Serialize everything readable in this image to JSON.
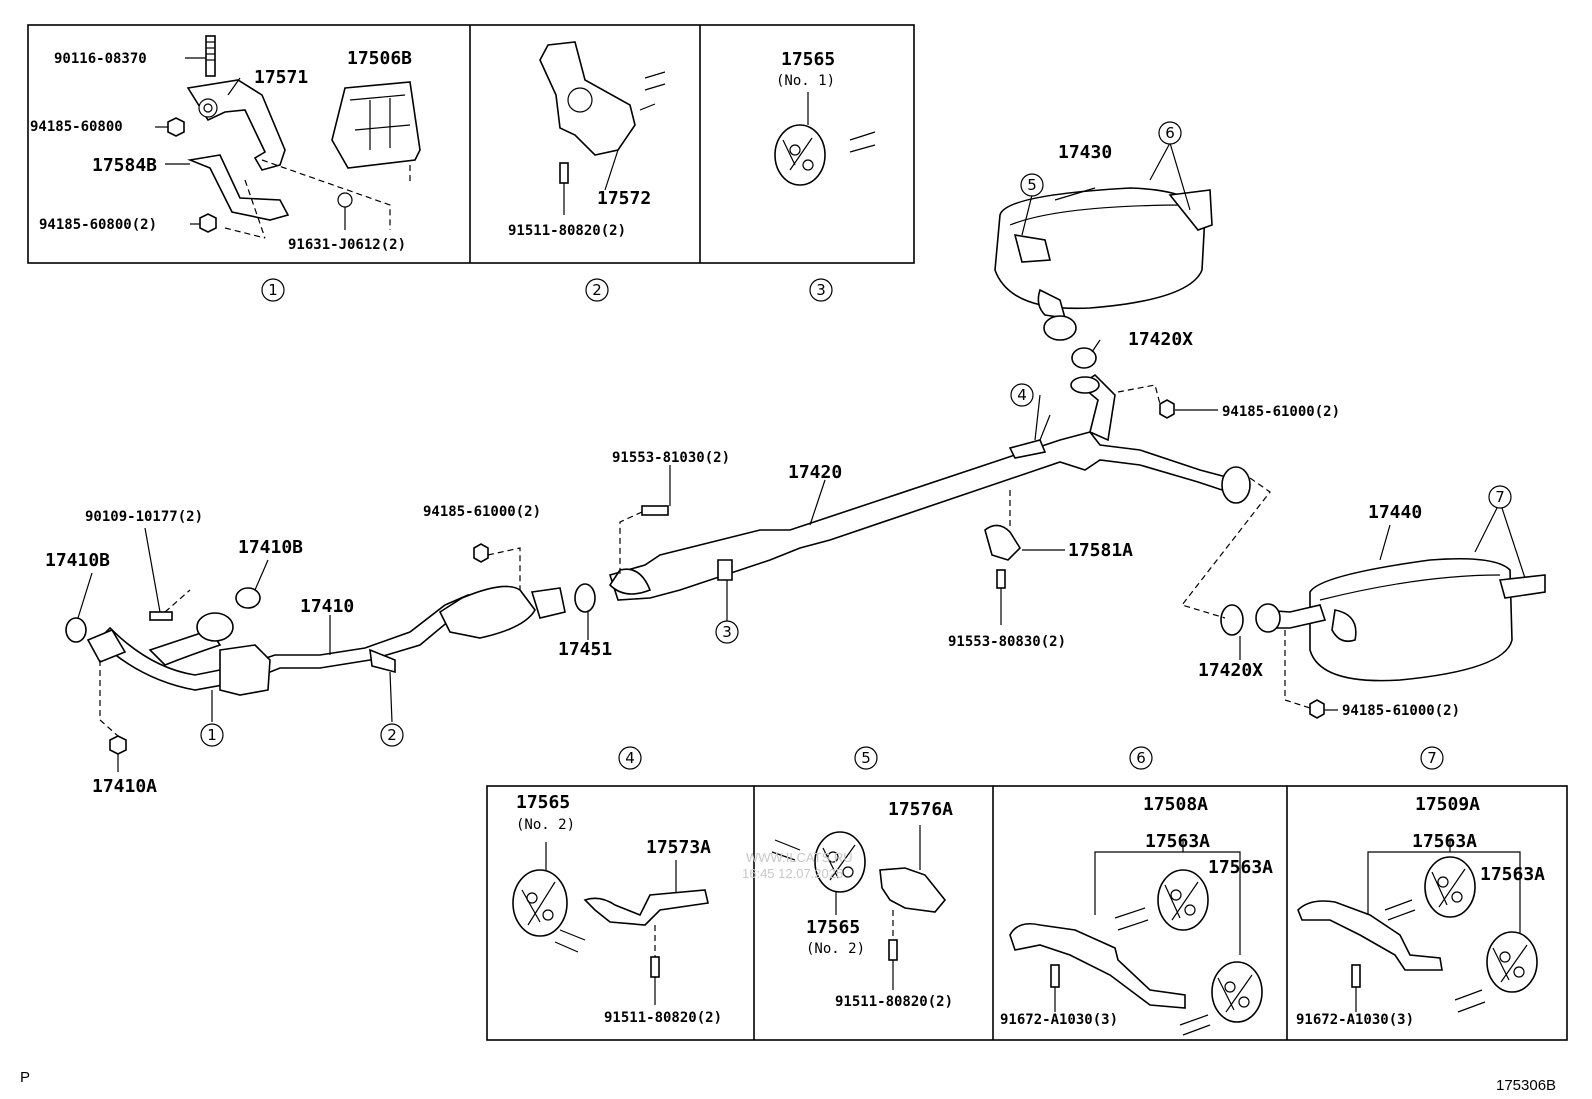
{
  "labels": {
    "p90116": "90116-08370",
    "p17571": "17571",
    "p17506B": "17506B",
    "p94185_60800": "94185-60800",
    "p17584B": "17584B",
    "p94185_60800_2": "94185-60800(2)",
    "p91631": "91631-J0612(2)",
    "p17572": "17572",
    "p91511_a": "91511-80820(2)",
    "p17565_no1": "17565",
    "no1": "(No. 1)",
    "p17430": "17430",
    "p17420X_top": "17420X",
    "p94185_61000_top": "94185-61000(2)",
    "p91553_81030": "91553-81030(2)",
    "p17420": "17420",
    "p94185_61000_mid": "94185-61000(2)",
    "p90109": "90109-10177(2)",
    "p17410B_left": "17410B",
    "p17410B_right": "17410B",
    "p17410": "17410",
    "p17451": "17451",
    "p17581A": "17581A",
    "p91553_80830": "91553-80830(2)",
    "p17440": "17440",
    "p17420X_bot": "17420X",
    "p94185_61000_bot": "94185-61000(2)",
    "p17410A": "17410A",
    "p17565_box4": "17565",
    "no2_box4": "(No. 2)",
    "p17573A": "17573A",
    "p91511_box4": "91511-80820(2)",
    "p17576A": "17576A",
    "p17565_box5": "17565",
    "no2_box5": "(No. 2)",
    "p91511_box5": "91511-80820(2)",
    "p17508A": "17508A",
    "p17563A_6a": "17563A",
    "p17563A_6b": "17563A",
    "p91672_6": "91672-A1030(3)",
    "p17509A": "17509A",
    "p17563A_7a": "17563A",
    "p17563A_7b": "17563A",
    "p91672_7": "91672-A1030(3)"
  },
  "refs": {
    "r1": "1",
    "r2": "2",
    "r3": "3",
    "r4": "4",
    "r5": "5",
    "r6": "6",
    "r7": "7"
  },
  "corner": {
    "left": "P",
    "right": "175306B"
  },
  "watermark": {
    "line1": "WWW.ILCATS.RU",
    "line2": "16:45 12.07.2025"
  }
}
